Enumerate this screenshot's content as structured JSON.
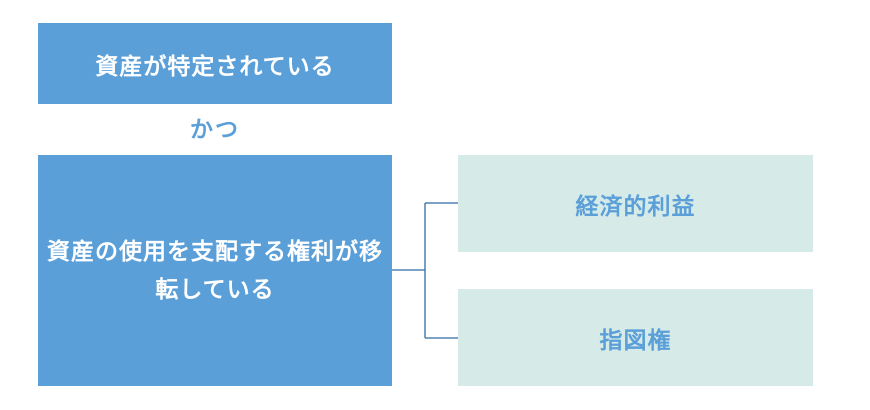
{
  "diagram": {
    "condition_asset": "資産が特定されている",
    "connector_and": "かつ",
    "condition_right": "資産の使用を支配する権利が移転している",
    "sub_economic_benefit": "経済的利益",
    "sub_direction": "指図権"
  },
  "colors": {
    "primary_box": "#5b9fd8",
    "secondary_box": "#d6ebe8",
    "connector_line": "#2e6ca4"
  }
}
